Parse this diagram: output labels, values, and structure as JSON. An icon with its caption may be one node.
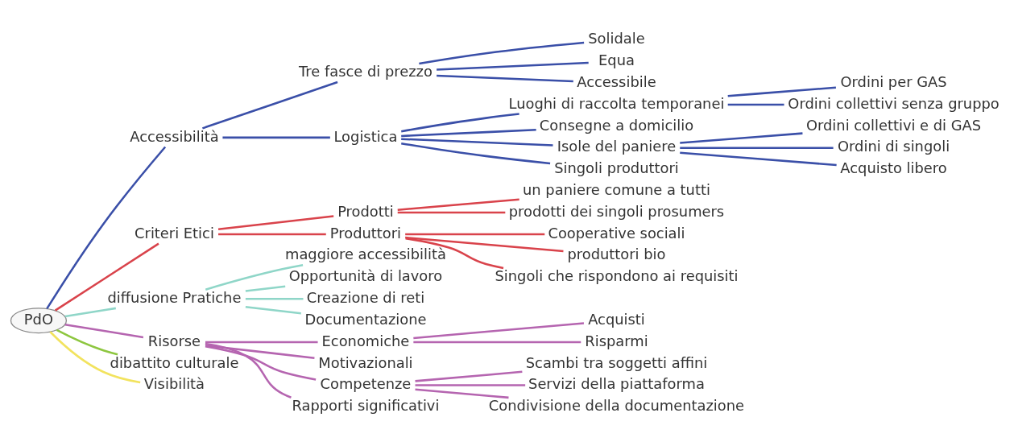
{
  "diagram": {
    "nodes": [
      {
        "text": [
          "PdO"
        ]
      },
      {
        "text": [
          "Accessibilità"
        ]
      },
      {
        "text": [
          "Tre fasce di prezzo"
        ]
      },
      {
        "text": [
          "Solidale"
        ]
      },
      {
        "text": [
          "Equa"
        ]
      },
      {
        "text": [
          "Accessibile"
        ]
      },
      {
        "text": [
          "Logistica"
        ]
      },
      {
        "text": [
          "Luoghi di raccolta temporanei"
        ]
      },
      {
        "text": [
          "Ordini per GAS"
        ]
      },
      {
        "text": [
          "Ordini collettivi senza gruppo"
        ]
      },
      {
        "text": [
          "Consegne a domicilio"
        ]
      },
      {
        "text": [
          "Isole del paniere"
        ]
      },
      {
        "text": [
          "Ordini collettivi e di GAS"
        ]
      },
      {
        "text": [
          "Ordini di singoli"
        ]
      },
      {
        "text": [
          "Acquisto libero"
        ]
      },
      {
        "text": [
          "Singoli produttori"
        ]
      },
      {
        "text": [
          "Criteri Etici"
        ]
      },
      {
        "text": [
          "Prodotti"
        ]
      },
      {
        "text": [
          "un paniere comune a tutti"
        ]
      },
      {
        "text": [
          "prodotti dei singoli prosumers"
        ]
      },
      {
        "text": [
          "Produttori"
        ]
      },
      {
        "text": [
          "Cooperative sociali"
        ]
      },
      {
        "text": [
          "produttori bio"
        ]
      },
      {
        "text": [
          "Singoli che rispondono ai requisiti"
        ]
      },
      {
        "text": [
          "diffusione Pratiche"
        ]
      },
      {
        "text": [
          "maggiore accessibilità"
        ]
      },
      {
        "text": [
          "Opportunità di lavoro"
        ]
      },
      {
        "text": [
          "Creazione di reti"
        ]
      },
      {
        "text": [
          "Documentazione"
        ]
      },
      {
        "text": [
          "Risorse"
        ]
      },
      {
        "text": [
          "Economiche"
        ]
      },
      {
        "text": [
          "Acquisti"
        ]
      },
      {
        "text": [
          "Risparmi"
        ]
      },
      {
        "text": [
          "Motivazionali"
        ]
      },
      {
        "text": [
          "Competenze"
        ]
      },
      {
        "text": [
          "Scambi tra soggetti affini"
        ]
      },
      {
        "text": [
          "Servizi della piattaforma"
        ]
      },
      {
        "text": [
          "Condivisione della documentazione"
        ]
      },
      {
        "text": [
          "Rapporti significativi"
        ]
      },
      {
        "text": [
          "dibattito culturale"
        ]
      },
      {
        "text": [
          "Visibilità"
        ]
      }
    ],
    "edges": [
      {
        "from": 0,
        "to": 1,
        "arrow": "none"
      },
      {
        "from": 1,
        "to": 2,
        "arrow": "none"
      },
      {
        "from": 2,
        "to": 3,
        "arrow": "none"
      },
      {
        "from": 2,
        "to": 4,
        "arrow": "none"
      },
      {
        "from": 2,
        "to": 5,
        "arrow": "none"
      },
      {
        "from": 1,
        "to": 6,
        "arrow": "none"
      },
      {
        "from": 6,
        "to": 7,
        "arrow": "none"
      },
      {
        "from": 7,
        "to": 8,
        "arrow": "none"
      },
      {
        "from": 7,
        "to": 9,
        "arrow": "none"
      },
      {
        "from": 6,
        "to": 10,
        "arrow": "none"
      },
      {
        "from": 6,
        "to": 11,
        "arrow": "none"
      },
      {
        "from": 11,
        "to": 12,
        "arrow": "none"
      },
      {
        "from": 11,
        "to": 13,
        "arrow": "none"
      },
      {
        "from": 11,
        "to": 14,
        "arrow": "none"
      },
      {
        "from": 6,
        "to": 15,
        "arrow": "none"
      },
      {
        "from": 0,
        "to": 16,
        "arrow": "none",
        "color": "#d9434b"
      },
      {
        "from": 16,
        "to": 17,
        "arrow": "none",
        "color": "#d9434b"
      },
      {
        "from": 17,
        "to": 18,
        "arrow": "none",
        "color": "#d9434b"
      },
      {
        "from": 17,
        "to": 19,
        "arrow": "none",
        "color": "#d9434b"
      },
      {
        "from": 16,
        "to": 20,
        "arrow": "none",
        "color": "#d9434b"
      },
      {
        "from": 20,
        "to": 21,
        "arrow": "none",
        "color": "#d9434b"
      },
      {
        "from": 20,
        "to": 22,
        "arrow": "none",
        "color": "#d9434b"
      },
      {
        "from": 20,
        "to": 23,
        "arrow": "none",
        "color": "#d9434b"
      },
      {
        "from": 0,
        "to": 24,
        "arrow": "none",
        "color": "#8fd6c8"
      },
      {
        "from": 24,
        "to": 25,
        "arrow": "none",
        "color": "#8fd6c8"
      },
      {
        "from": 24,
        "to": 26,
        "arrow": "none",
        "color": "#8fd6c8"
      },
      {
        "from": 24,
        "to": 27,
        "arrow": "none",
        "color": "#8fd6c8"
      },
      {
        "from": 24,
        "to": 28,
        "arrow": "none",
        "color": "#8fd6c8"
      },
      {
        "from": 0,
        "to": 29,
        "arrow": "none",
        "color": "#b565b0"
      },
      {
        "from": 29,
        "to": 30,
        "arrow": "none",
        "color": "#b565b0"
      },
      {
        "from": 30,
        "to": 31,
        "arrow": "none",
        "color": "#b565b0"
      },
      {
        "from": 30,
        "to": 32,
        "arrow": "none",
        "color": "#b565b0"
      },
      {
        "from": 29,
        "to": 33,
        "arrow": "none",
        "color": "#b565b0"
      },
      {
        "from": 29,
        "to": 34,
        "arrow": "none",
        "color": "#b565b0"
      },
      {
        "from": 34,
        "to": 35,
        "arrow": "none",
        "color": "#b565b0"
      },
      {
        "from": 34,
        "to": 36,
        "arrow": "none",
        "color": "#b565b0"
      },
      {
        "from": 34,
        "to": 37,
        "arrow": "none",
        "color": "#b565b0"
      },
      {
        "from": 29,
        "to": 38,
        "arrow": "none",
        "color": "#b565b0"
      },
      {
        "from": 0,
        "to": 39,
        "arrow": "none",
        "color": "#8dc63f"
      },
      {
        "from": 0,
        "to": 40,
        "arrow": "none",
        "color": "#f2e35e"
      }
    ]
  }
}
